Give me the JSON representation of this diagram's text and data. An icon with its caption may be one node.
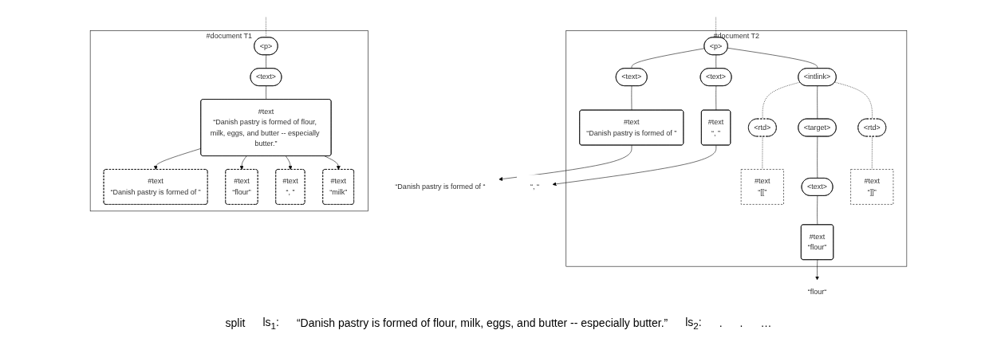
{
  "diagram": {
    "nodes": [
      {
        "text": [
          "#document T1"
        ]
      },
      {
        "text": [
          "<p>"
        ],
        "in": 0
      },
      {
        "text": [
          "<text>"
        ],
        "in": 0
      },
      {
        "text": [
          "#text",
          "“Danish pastry is formed of flour, milk, eggs, and butter -- especially butter.”"
        ],
        "in": 0
      },
      {
        "text": [
          "#text",
          "“Danish pastry is formed of ”"
        ],
        "in": 0
      },
      {
        "text": [
          "#text",
          "“flour”"
        ],
        "in": 0
      },
      {
        "text": [
          "#text",
          "“, ”"
        ],
        "in": 0
      },
      {
        "text": [
          "#text",
          "“milk”"
        ],
        "in": 0
      },
      {
        "text": [
          "#document T2"
        ]
      },
      {
        "text": [
          "<p>"
        ],
        "in": 8
      },
      {
        "text": [
          "<text>"
        ],
        "in": 8
      },
      {
        "text": [
          "<intlink>"
        ],
        "in": 8
      },
      {
        "text": [
          "<text>"
        ],
        "in": 8
      },
      {
        "text": [
          "#text",
          "“Danish pastry is formed of ”"
        ],
        "in": 8
      },
      {
        "text": [
          "<rtd>"
        ],
        "in": 8
      },
      {
        "text": [
          "<target>"
        ],
        "in": 8
      },
      {
        "text": [
          "<rtd>"
        ],
        "in": 8
      },
      {
        "text": [
          "#text",
          "“, ”"
        ],
        "in": 8
      },
      {
        "text": [
          "#text",
          "“[[”"
        ],
        "in": 8
      },
      {
        "text": [
          "<text>"
        ],
        "in": 8
      },
      {
        "text": [
          "#text",
          "“]]”"
        ],
        "in": 8
      },
      {
        "text": [
          "#text",
          "“flour”"
        ],
        "in": 8
      },
      {
        "text": [
          "“Danish pastry is formed of “"
        ]
      },
      {
        "text": [
          "“flour“"
        ]
      },
      {
        "text": [
          "“, “"
        ]
      }
    ],
    "edges": [
      {
        "from": null,
        "to": 1,
        "arrow": "none",
        "style": "dashed"
      },
      {
        "from": 1,
        "to": 2,
        "arrow": "none"
      },
      {
        "from": 2,
        "to": 3,
        "arrow": "none"
      },
      {
        "from": 3,
        "to": 4,
        "arrow": "to"
      },
      {
        "from": 3,
        "to": 5,
        "arrow": "to"
      },
      {
        "from": 3,
        "to": 6,
        "arrow": "to"
      },
      {
        "from": 3,
        "to": 7,
        "arrow": "to"
      },
      {
        "from": null,
        "to": 9,
        "arrow": "none",
        "style": "dashed"
      },
      {
        "from": 9,
        "to": 10,
        "arrow": "none"
      },
      {
        "from": 9,
        "to": 11,
        "arrow": "none"
      },
      {
        "from": 9,
        "to": 12,
        "arrow": "none"
      },
      {
        "from": 10,
        "to": 13,
        "arrow": "none"
      },
      {
        "from": 11,
        "to": 14,
        "arrow": "none",
        "style": "dashed"
      },
      {
        "from": 11,
        "to": 15,
        "arrow": "none"
      },
      {
        "from": 11,
        "to": 16,
        "arrow": "none",
        "style": "dashed"
      },
      {
        "from": 12,
        "to": 17,
        "arrow": "none"
      },
      {
        "from": 14,
        "to": 18,
        "arrow": "none",
        "style": "dashed"
      },
      {
        "from": 15,
        "to": 19,
        "arrow": "none"
      },
      {
        "from": 16,
        "to": 20,
        "arrow": "none",
        "style": "dashed"
      },
      {
        "from": 19,
        "to": 21,
        "arrow": "none"
      },
      {
        "from": 13,
        "to": 22,
        "arrow": "to"
      },
      {
        "from": 21,
        "to": 23,
        "arrow": "to"
      },
      {
        "from": 17,
        "to": 24,
        "arrow": "to"
      }
    ],
    "labels": [
      "split",
      "ls$_{1}$:",
      "“Danish pastry is formed of flour, milk, eggs, and butter -- especially butter.”",
      "ls$_{2}$:",
      ".",
      ".",
      "…"
    ]
  }
}
